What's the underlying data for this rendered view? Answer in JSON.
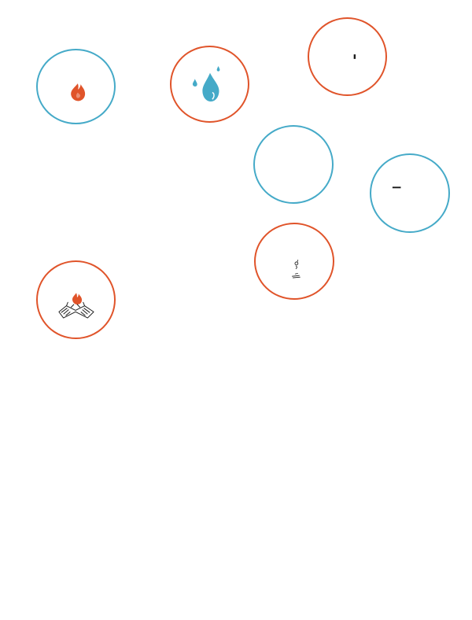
{
  "palette": {
    "blue": "#45aac8",
    "orange": "#e0542a",
    "ink": "#1b1b1b"
  },
  "nodes": [
    {
      "id": "fire",
      "ring_color": "blue",
      "icon": "flame-icon"
    },
    {
      "id": "water",
      "ring_color": "orange",
      "icon": "water-drops-icon"
    },
    {
      "id": "small-mark-top",
      "ring_color": "orange",
      "icon": "tick-mark-icon"
    },
    {
      "id": "empty",
      "ring_color": "blue",
      "icon": ""
    },
    {
      "id": "dash",
      "ring_color": "blue",
      "icon": "dash-icon"
    },
    {
      "id": "tiny-figure",
      "ring_color": "orange",
      "icon": "tiny-figure-icon"
    },
    {
      "id": "campfire",
      "ring_color": "orange",
      "icon": "campfire-on-book-icon"
    }
  ]
}
